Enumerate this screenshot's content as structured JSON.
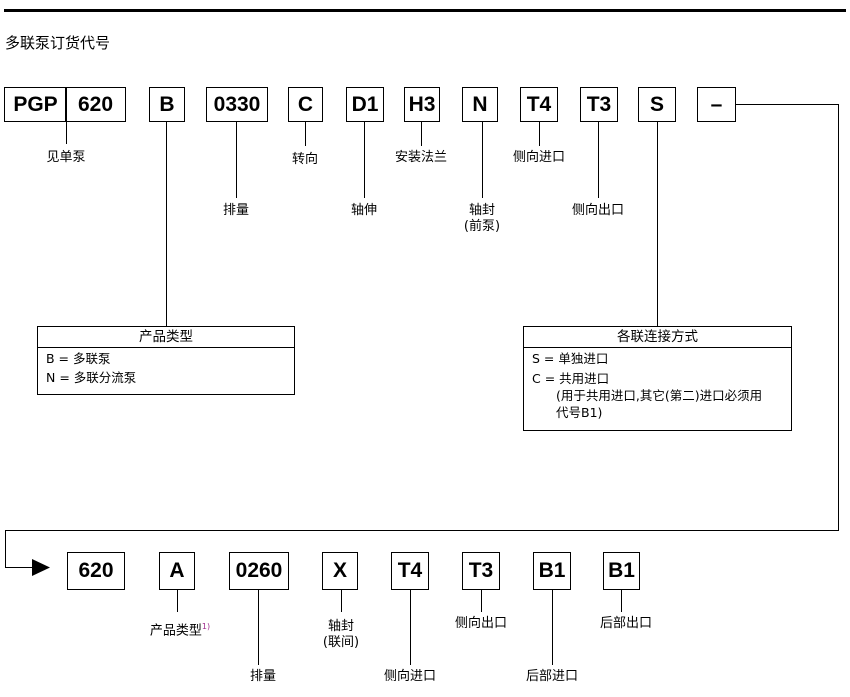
{
  "title": "多联泵订货代号",
  "row1": {
    "boxes": [
      "PGP",
      "620",
      "B",
      "0330",
      "C",
      "D1",
      "H3",
      "N",
      "T4",
      "T3",
      "S",
      "–"
    ],
    "labels": {
      "single_pump": "见单泵",
      "displacement": "排量",
      "rotation": "转向",
      "shaft": "轴伸",
      "flange": "安装法兰",
      "seal": "轴封",
      "seal_note": "(前泵)",
      "side_inlet": "侧向进口",
      "side_outlet": "侧向出口"
    }
  },
  "product_type_table": {
    "header": "产品类型",
    "rows": [
      {
        "code": "B",
        "desc": "多联泵"
      },
      {
        "code": "N",
        "desc": "多联分流泵"
      }
    ]
  },
  "connection_table": {
    "header": "各联连接方式",
    "rows": [
      {
        "code": "S",
        "desc": "单独进口"
      },
      {
        "code": "C",
        "desc": "共用进口"
      }
    ],
    "note1": "(用于共用进口,其它(第二)进口必须用",
    "note2": "代号B1)"
  },
  "row2": {
    "boxes": [
      "620",
      "A",
      "0260",
      "X",
      "T4",
      "T3",
      "B1",
      "B1"
    ],
    "labels": {
      "product_type": "产品类型",
      "footnote": "1)",
      "displacement": "排量",
      "seal": "轴封",
      "seal_note": "(联间)",
      "side_inlet": "侧向进口",
      "side_outlet": "侧向出口",
      "rear_inlet": "后部进口",
      "rear_outlet": "后部出口"
    }
  }
}
